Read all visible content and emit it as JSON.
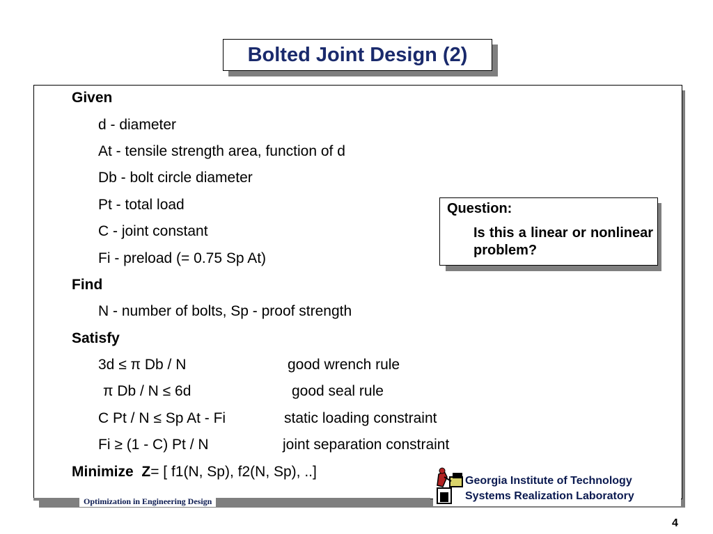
{
  "title": "Bolted Joint Design (2)",
  "given": {
    "heading": "Given",
    "items": [
      "d - diameter",
      "At - tensile strength area, function of d",
      "Db - bolt circle diameter",
      "Pt - total load",
      "C - joint constant",
      "Fi - preload (= 0.75 Sp At)"
    ]
  },
  "find": {
    "heading": "Find",
    "items": [
      "N - number of bolts, Sp - proof strength"
    ]
  },
  "satisfy": {
    "heading": "Satisfy",
    "constraints": [
      {
        "expr": "3d ≤ π Db / N",
        "desc": "good wrench rule"
      },
      {
        "expr": "π Db / N ≤ 6d",
        "desc": "good seal rule"
      },
      {
        "expr": "C Pt / N ≤ Sp At - Fi",
        "desc": "static loading constraint"
      },
      {
        "expr": "Fi ≥ (1 - C) Pt / N",
        "desc": "joint separation constraint"
      }
    ]
  },
  "minimize": {
    "heading": "Minimize",
    "var": "Z",
    "expr": "= [ f1(N, Sp), f2(N, Sp), ..]"
  },
  "question": {
    "title": "Question:",
    "body": "Is this a linear or nonlinear problem?"
  },
  "footer": {
    "course": "Optimization in Engineering Design",
    "institution_line1": "Georgia Institute of Technology",
    "institution_line2": "Systems Realization Laboratory",
    "page_number": "4"
  }
}
